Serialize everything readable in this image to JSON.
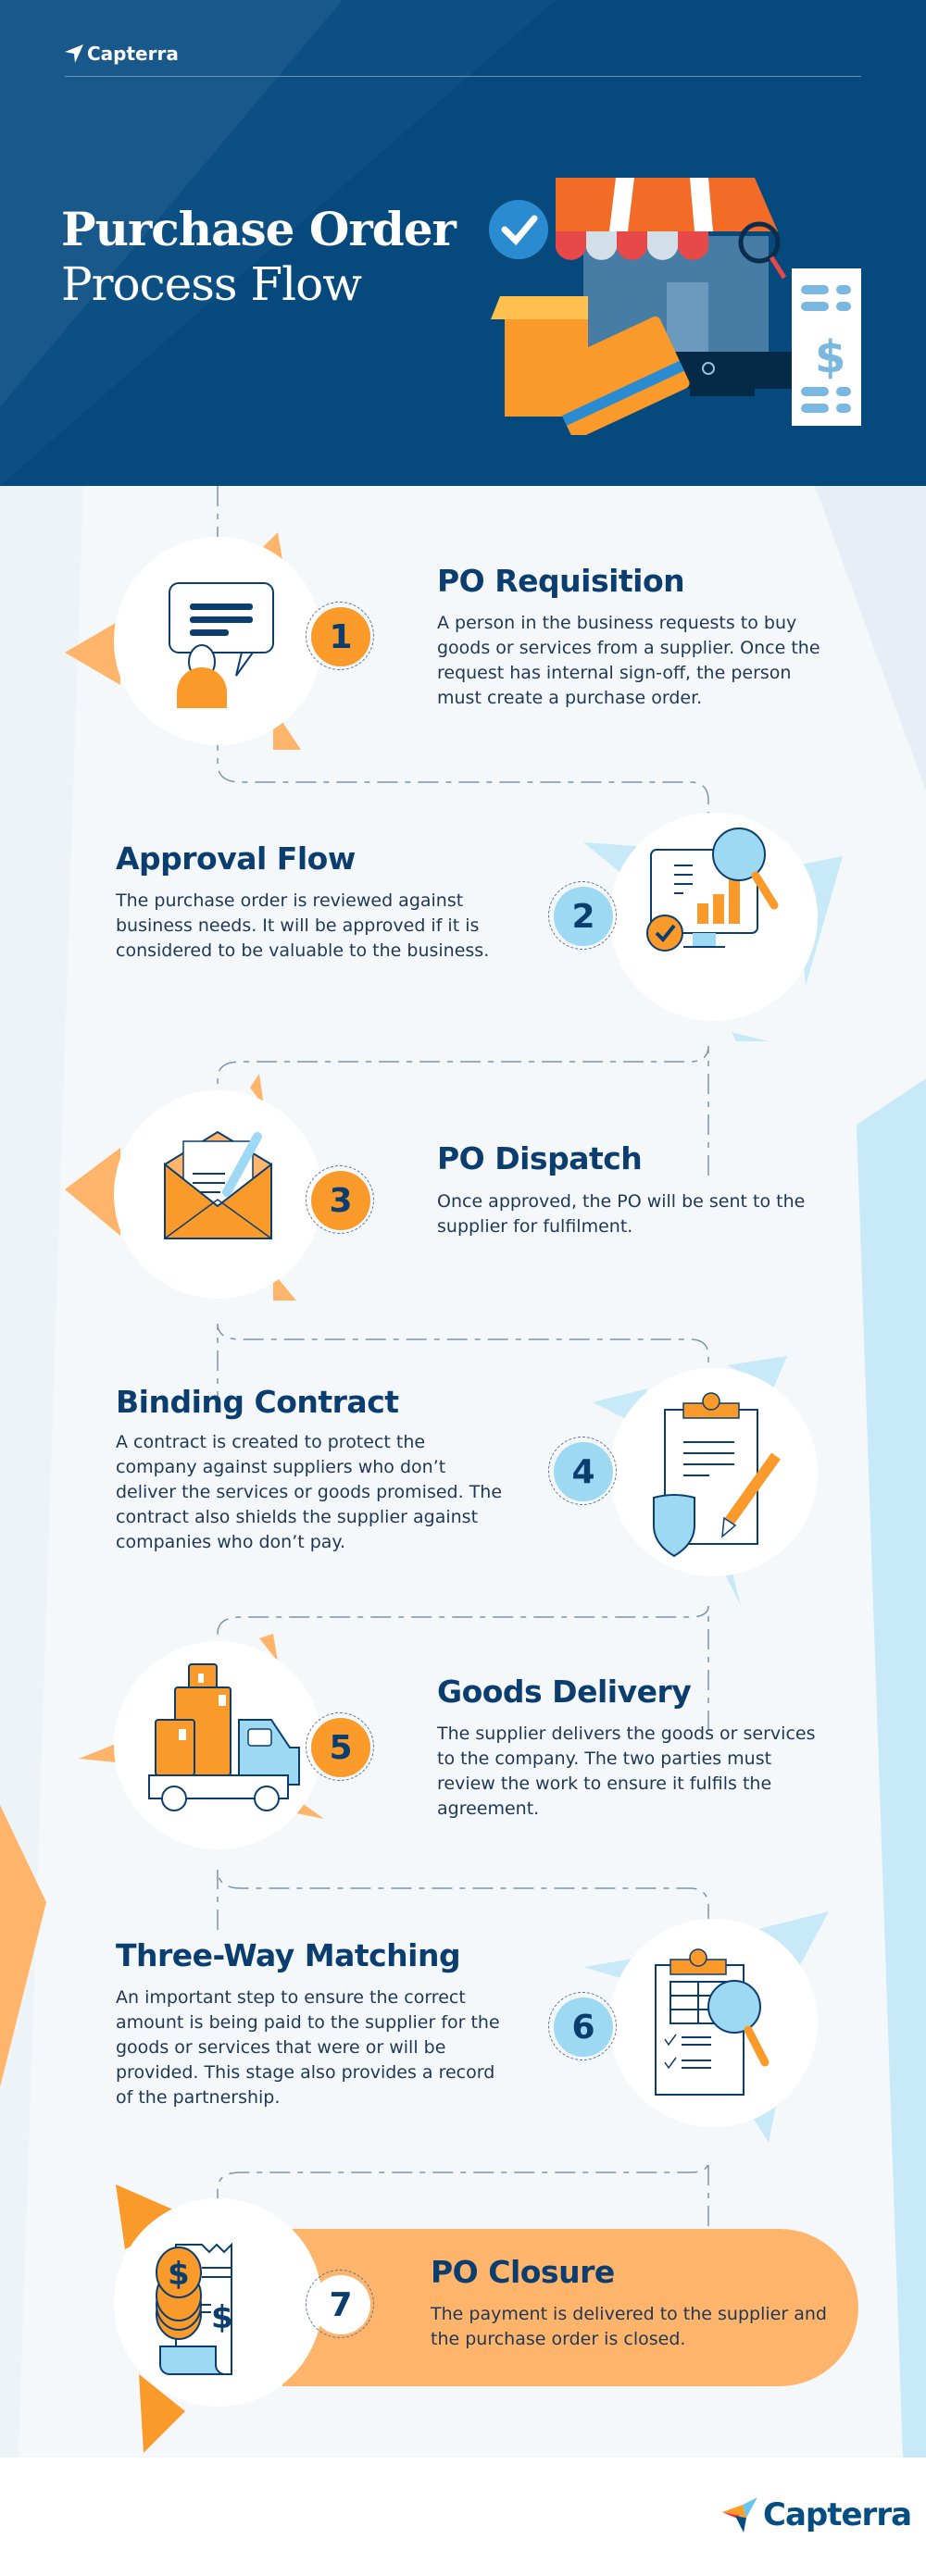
{
  "header": {
    "brand": "Capterra",
    "title_line1": "Purchase Order",
    "title_line2": "Process Flow",
    "colors": {
      "background": "#06497c",
      "text": "#ffffff"
    }
  },
  "steps": [
    {
      "number": "1",
      "title": "PO Requisition",
      "description": "A person in the business requests to buy goods or services from a supplier. Once the request has internal sign-off, the person must create a purchase order.",
      "icon": "person-speech-bubble-icon",
      "badge_color": "#f99a2a"
    },
    {
      "number": "2",
      "title": "Approval Flow",
      "description": "The purchase order is reviewed against business needs. It will be approved if it is considered to be valuable to the business.",
      "icon": "monitor-chart-magnifier-icon",
      "badge_color": "#9ed9f3"
    },
    {
      "number": "3",
      "title": "PO Dispatch",
      "description": "Once approved, the PO will be sent to the supplier for fulfilment.",
      "icon": "envelope-letter-pen-icon",
      "badge_color": "#f99a2a"
    },
    {
      "number": "4",
      "title": "Binding Contract",
      "description": "A contract is created to protect the company against suppliers who don’t deliver the services or goods promised. The contract also shields the supplier against companies who don’t pay.",
      "icon": "clipboard-shield-pencil-icon",
      "badge_color": "#9ed9f3"
    },
    {
      "number": "5",
      "title": "Goods Delivery",
      "description": "The supplier delivers the goods or services to the company. The two parties must review the work to ensure it fulfils the agreement.",
      "icon": "delivery-truck-icon",
      "badge_color": "#f99a2a"
    },
    {
      "number": "6",
      "title": "Three-Way Matching",
      "description": "An important step to ensure the correct amount is being paid to the supplier for the goods or services that were or will be provided. This stage also provides a record of the partnership.",
      "icon": "clipboard-checklist-magnifier-icon",
      "badge_color": "#9ed9f3"
    },
    {
      "number": "7",
      "title": "PO Closure",
      "description": "The payment is delivered to the supplier and the purchase order is closed.",
      "icon": "coins-receipt-icon",
      "badge_color": "#ffffff"
    }
  ],
  "footer": {
    "brand": "Capterra"
  },
  "colors": {
    "navy": "#0b3e6f",
    "orange": "#f99a2a",
    "light_orange": "#feb56b",
    "light_blue": "#9ed9f3",
    "page_bg": "#f4f8fb"
  }
}
